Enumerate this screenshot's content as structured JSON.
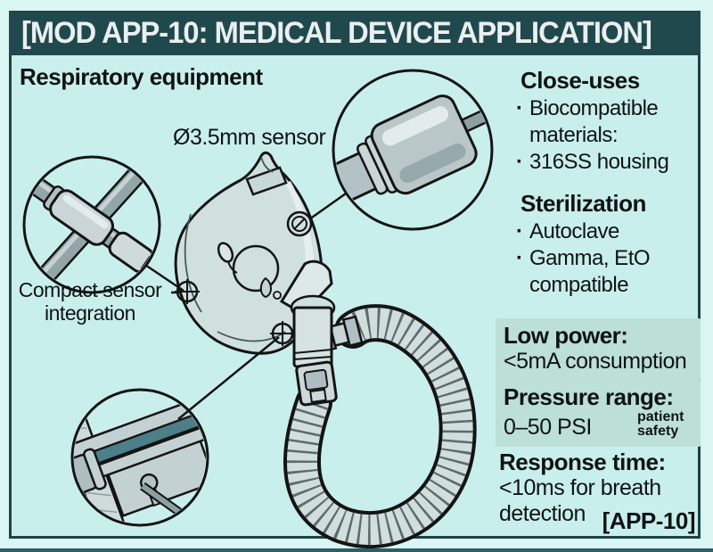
{
  "banner": {
    "title": "[MOD APP-10: MEDICAL DEVICE APPLICATION]"
  },
  "diagram": {
    "heading": "Respiratory equipment",
    "sensor_label": "Ø3.5mm sensor",
    "integration_label": "Compact sensor integration",
    "icons": {
      "callout_left": "tube-junction-icon",
      "callout_top_right": "inline-sensor-barrel-icon",
      "callout_bottom_left": "sensor-cross-section-icon",
      "markers": "crosshair-target-icon"
    }
  },
  "specs": {
    "close_uses": {
      "title": "Close-uses",
      "items": [
        "Biocompatible materials:",
        "316SS housing"
      ]
    },
    "sterilization": {
      "title": "Sterilization",
      "items": [
        "Autoclave",
        "Gamma, EtO compatible"
      ]
    },
    "low_power": {
      "title": "Low power:",
      "value": "<5mA consumption"
    },
    "pressure": {
      "title": "Pressure range:",
      "value": "0–50 PSI",
      "badge": "patient safety"
    },
    "response": {
      "title": "Response time:",
      "value": "<10ms for breath detection"
    },
    "footer_tag": "[APP-10]"
  },
  "lists": {
    "bullet_char": "·"
  },
  "colors": {
    "page_bg": "#d9f6f3",
    "panel_bg": "#c9efec",
    "panel_border": "#1d4247",
    "banner_bg": "#20494d",
    "banner_text": "#eaeff0",
    "text": "#101315",
    "highlight_box": "#bce0d8",
    "line_art": "#141414",
    "metal_light": "#d2dedd",
    "metal_mid": "#b9c7c9",
    "metal_dark": "#8d9fa1",
    "sensor_teal": "#4c7f88",
    "bottom_strip": "#2b5f63"
  }
}
